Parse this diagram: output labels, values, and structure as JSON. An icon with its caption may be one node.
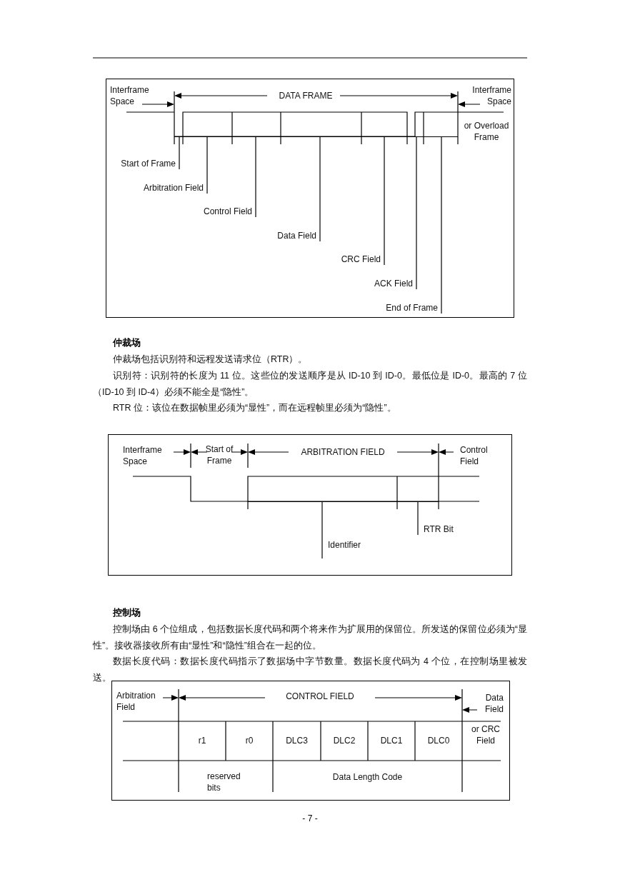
{
  "diagram": {
    "nodes": [
      {
        "text": [
          "Start of Frame"
        ]
      },
      {
        "text": [
          "Arbitration Field"
        ]
      },
      {
        "text": [
          "Control Field"
        ]
      },
      {
        "text": [
          "Data Field"
        ]
      },
      {
        "text": [
          "CRC Field"
        ]
      },
      {
        "text": [
          "ACK Field"
        ]
      },
      {
        "text": [
          "End of Frame"
        ]
      },
      {
        "text": [
          "Identifier"
        ]
      },
      {
        "text": [
          "RTR Bit"
        ]
      },
      {
        "text": [],
        "shape": "bar"
      },
      {
        "text": [],
        "shape": "bar"
      },
      {
        "text": [],
        "shape": "bar"
      },
      {
        "text": [],
        "shape": "bar"
      },
      {
        "text": [],
        "shape": "bar"
      },
      {
        "text": [],
        "shape": "bar"
      },
      {
        "text": [],
        "shape": "bar"
      },
      {
        "text": [],
        "shape": "bar"
      },
      {
        "text": [],
        "shape": "bar"
      }
    ],
    "edges": [
      {
        "from": 0,
        "to": 9,
        "arrow": "none"
      },
      {
        "from": 1,
        "to": 10,
        "arrow": "none"
      },
      {
        "from": 2,
        "to": 11,
        "arrow": "none"
      },
      {
        "from": 3,
        "to": 12,
        "arrow": "none"
      },
      {
        "from": 4,
        "to": 13,
        "arrow": "none"
      },
      {
        "from": 5,
        "to": 14,
        "arrow": "none"
      },
      {
        "from": 6,
        "to": 15,
        "arrow": "none"
      },
      {
        "from": 7,
        "to": 16,
        "arrow": "none"
      },
      {
        "from": 8,
        "to": 17,
        "arrow": "none"
      }
    ],
    "labels": [
      "Interframe Space",
      "DATA FRAME",
      "Interframe Space",
      "or Overload Frame",
      "仲裁场",
      "仲裁场包括识别符和远程发送请求位（RTR）。",
      "识别符：识别符的长度为 11 位。这些位的发送顺序是从 ID-10 到 ID-0。最低位是 ID-0。最高的 7 位（ID-10 到 ID-4）必须不能全是“隐性”。",
      "RTR 位：该位在数据帧里必须为“显性”，而在远程帧里必须为“隐性”。",
      "Interframe Space",
      "Start of Frame",
      "ARBITRATION FIELD",
      "Control Field",
      "控制场",
      "控制场由 6 个位组成，包括数据长度代码和两个将来作为扩展用的保留位。所发送的保留位必须为“显性”。接收器接收所有由“显性”和“隐性”组合在一起的位。",
      "数据长度代码：数据长度代码指示了数据场中字节数量。数据长度代码为 4 个位，在控制场里被发送。",
      "Arbitration Field",
      "CONTROL FIELD",
      "Data Field",
      "r1",
      "r0",
      "DLC3",
      "DLC2",
      "DLC1",
      "DLC0",
      "or CRC Field",
      "reserved bits",
      "Data Length Code",
      "- 7 -"
    ]
  }
}
